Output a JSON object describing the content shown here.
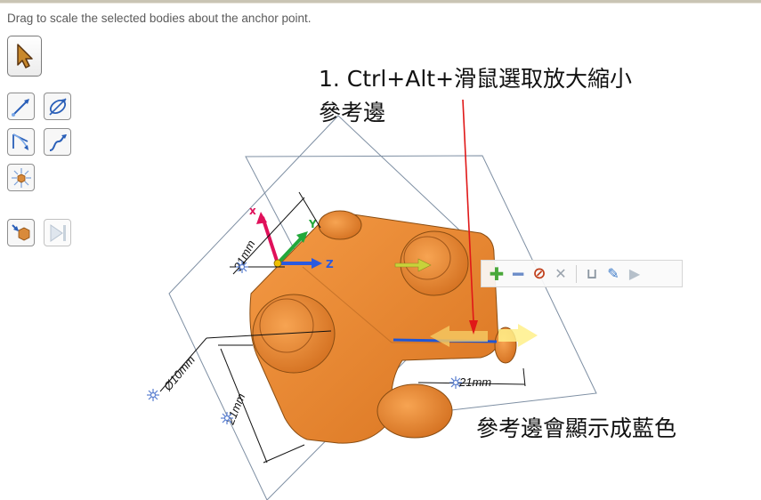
{
  "hint": {
    "text": "Drag to scale the selected bodies about the anchor point."
  },
  "toolbar": {
    "items": [
      {
        "name": "select-tool",
        "icon": "select-arrow-icon"
      },
      {
        "name": "scale-along-line",
        "icon": "scale-line-icon"
      },
      {
        "name": "scale-about-axis",
        "icon": "scale-axis-icon"
      },
      {
        "name": "scale-two-points",
        "icon": "scale-two-point-icon"
      },
      {
        "name": "scale-along-curve",
        "icon": "scale-curve-icon"
      },
      {
        "name": "scale-anchor",
        "icon": "anchor-icon"
      },
      {
        "name": "create-pattern",
        "icon": "pattern-icon"
      },
      {
        "name": "complete-disabled",
        "icon": "complete-icon"
      }
    ]
  },
  "annotations": {
    "line1": "1. Ctrl+Alt+滑鼠選取放大縮小",
    "line2": "參考邊",
    "line3": "參考邊會顯示成藍色"
  },
  "dimensions": {
    "d1": "21mm",
    "d2": "Ø10mm",
    "d3": "21mm",
    "d4": "21mm"
  },
  "axes": {
    "x": "x",
    "y": "Y",
    "z": "Z"
  },
  "colors": {
    "body": "#ea8a32",
    "body_dark": "#c86a1c",
    "highlight_edge": "#1f56d6",
    "arrow_red": "#e01818",
    "axis_x": "#e0105a",
    "axis_y": "#22a83a",
    "axis_z": "#2a5ae0"
  },
  "mini_toolbar": {
    "items": [
      "plus-icon",
      "minus-icon",
      "cancel-icon",
      "pin-icon",
      "ruler-icon",
      "pick-icon",
      "next-icon"
    ]
  }
}
